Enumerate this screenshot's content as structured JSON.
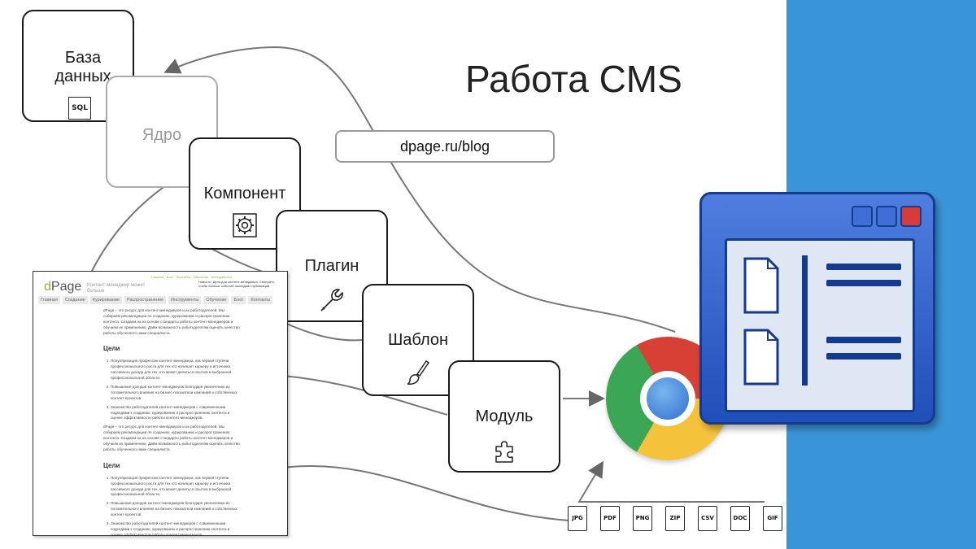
{
  "title": "Работа CMS",
  "url_bar": "dpage.ru/blog",
  "layers": {
    "database": {
      "label": "База данных",
      "badge": "SQL"
    },
    "core": {
      "label": "Ядро"
    },
    "component": {
      "label": "Компонент",
      "icon": "gear-icon"
    },
    "plugin": {
      "label": "Плагин",
      "icon": "wrench-icon"
    },
    "template": {
      "label": "Шаблон",
      "icon": "brush-icon"
    },
    "module": {
      "label": "Модуль",
      "icon": "puzzle-icon"
    }
  },
  "file_types": [
    "JPG",
    "PDF",
    "PNG",
    "ZIP",
    "CSV",
    "DOC",
    "GIF"
  ],
  "webpage": {
    "logo_d": "d",
    "logo_rest": "Page",
    "tagline": "Контент-менеджер может больше",
    "top_links": "Главная · Блог · Контакты · Обучение · Инструменты",
    "news": "Новости: Дела для контент-менеджера. Смотрите, чтобы больше событий последних публикаций",
    "nav": [
      "Главная",
      "Создание",
      "Курирование",
      "Распространение",
      "Инструменты",
      "Обучение",
      "Блог",
      "Контакты"
    ],
    "intro": "dPage – это ресурс для контент-менеджеров и их работодателей. Мы собираем рекомендации по созданию, курированию и распространению контента. Создаем на их основе стандарты работы контент-менеджеров и обучаем их применению. Даём возможность работодателям оценить качество работы обученного нами специалиста.",
    "goals_title": "Цели",
    "goals": [
      "Популяризация профессии контент-менеджера, как первой ступени профессионального роста для тех кто начинает карьеру и источника пассивного дохода для тех, кто может делиться опытом в выбранной профессиональной области.",
      "Повышение доходов контент-менеджеров благодаря увеличению их положительного влияния на бизнес-показатели компаний и собственных контент-проектов.",
      "Знакомство работодателей контент-менеджеров с современными подходами к созданию, курированию и распространению контента и оценке эффективности работы контент-менеджеров."
    ]
  },
  "colors": {
    "accent_band": "#3a95d8",
    "logo_green": "#8ab43c"
  }
}
